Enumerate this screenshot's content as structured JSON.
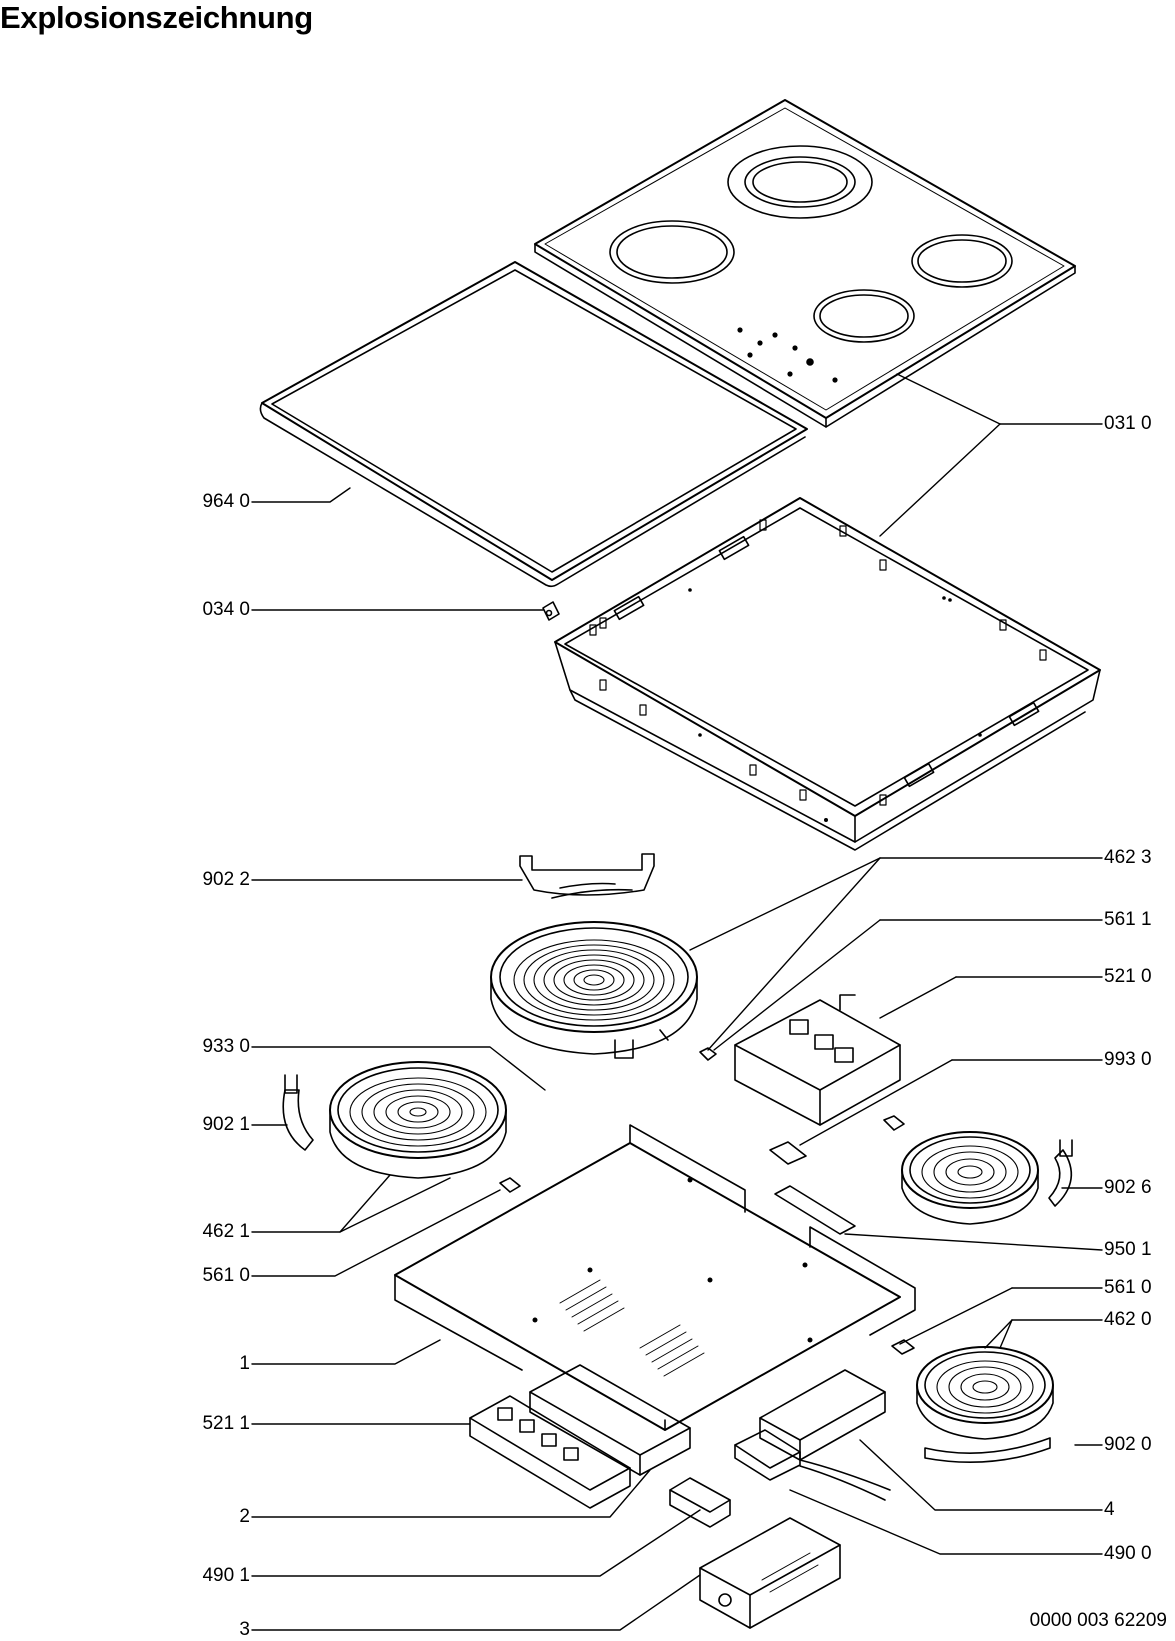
{
  "title": "Explosionszeichnung",
  "document_number": "0000 003 62209",
  "callouts": [
    {
      "id": "0310",
      "label": "031 0"
    },
    {
      "id": "9640",
      "label": "964 0"
    },
    {
      "id": "0340",
      "label": "034 0"
    },
    {
      "id": "9022",
      "label": "902 2"
    },
    {
      "id": "4623",
      "label": "462 3"
    },
    {
      "id": "5611",
      "label": "561 1"
    },
    {
      "id": "5210",
      "label": "521 0"
    },
    {
      "id": "9330",
      "label": "933 0"
    },
    {
      "id": "9930",
      "label": "993 0"
    },
    {
      "id": "9021",
      "label": "902 1"
    },
    {
      "id": "9026",
      "label": "902 6"
    },
    {
      "id": "4621",
      "label": "462 1"
    },
    {
      "id": "9501",
      "label": "950 1"
    },
    {
      "id": "5610a",
      "label": "561 0"
    },
    {
      "id": "5610b",
      "label": "561 0"
    },
    {
      "id": "4620",
      "label": "462 0"
    },
    {
      "id": "1",
      "label": "1"
    },
    {
      "id": "5211",
      "label": "521 1"
    },
    {
      "id": "9020",
      "label": "902 0"
    },
    {
      "id": "2",
      "label": "2"
    },
    {
      "id": "4",
      "label": "4"
    },
    {
      "id": "4901",
      "label": "490 1"
    },
    {
      "id": "4900",
      "label": "490 0"
    },
    {
      "id": "3",
      "label": "3"
    }
  ]
}
